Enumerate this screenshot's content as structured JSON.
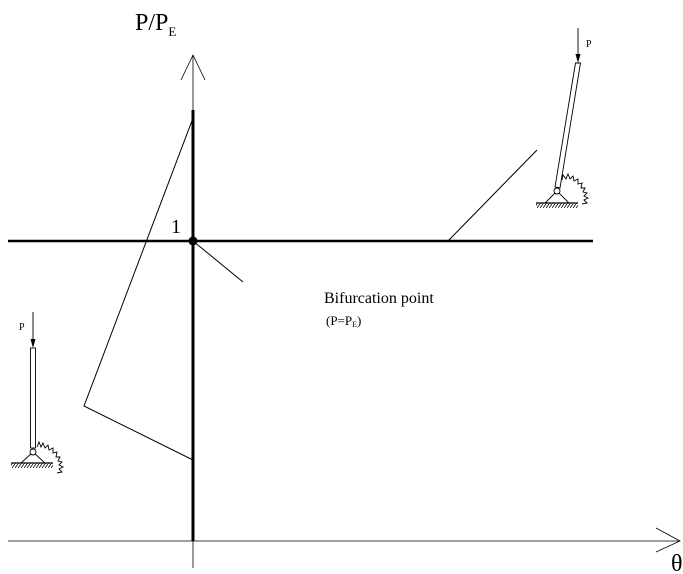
{
  "axis": {
    "y_label_main": "P/P",
    "y_label_sub": "E",
    "x_label": "θ",
    "unit_marker": "1"
  },
  "annotation": {
    "bifurcation_label": "Bifurcation point",
    "condition_prefix": "(P=P",
    "condition_sub": "E",
    "condition_suffix": ")"
  },
  "load_labels": {
    "left": "P",
    "right": "P"
  },
  "colors": {
    "line": "#000000",
    "background": "#ffffff"
  }
}
